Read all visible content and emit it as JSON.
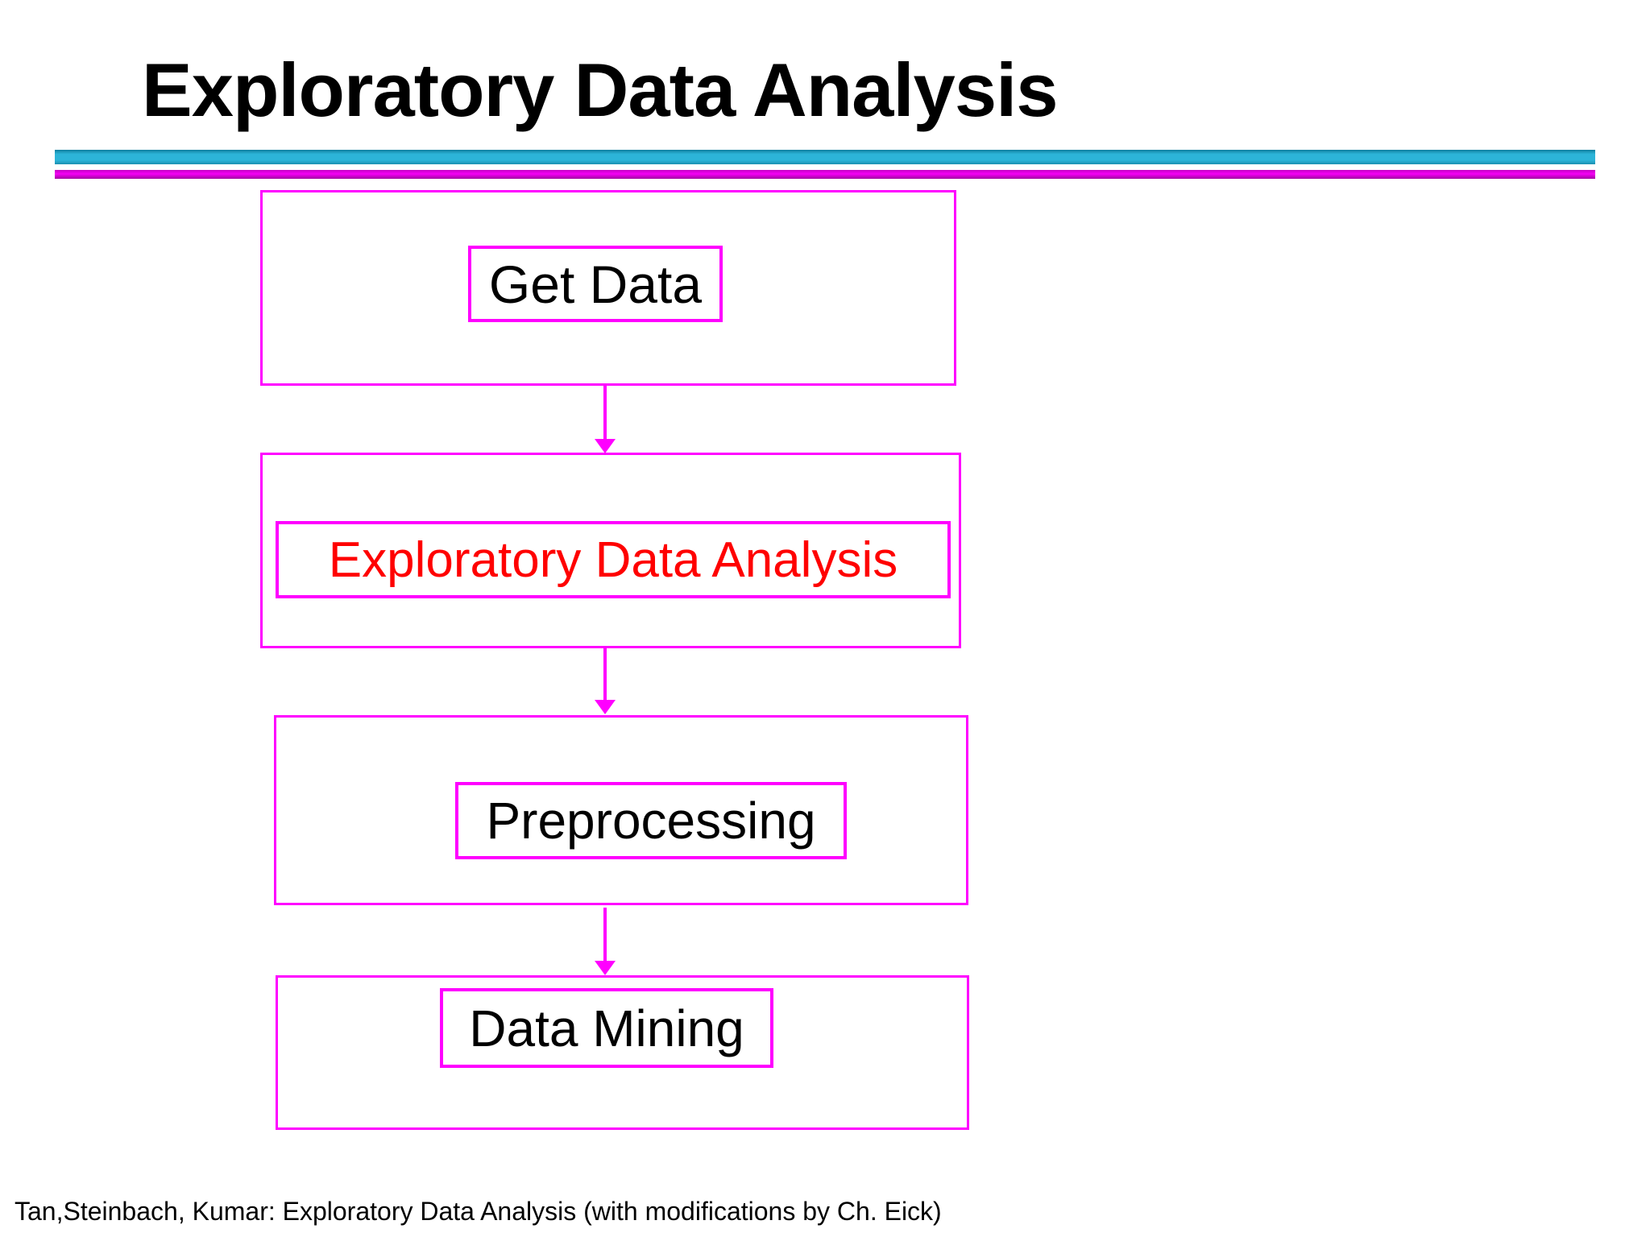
{
  "slide": {
    "title": "Exploratory Data Analysis",
    "footer": "Tan,Steinbach, Kumar: Exploratory Data Analysis (with modifications by Ch. Eick)"
  },
  "colors": {
    "accent_cyan": "#29b2d6",
    "accent_magenta": "#ff00ff",
    "highlight_red": "#ff0000",
    "text_black": "#000000"
  },
  "flowchart": {
    "steps": [
      {
        "label": "Get Data",
        "emphasis": "normal"
      },
      {
        "label": "Exploratory Data Analysis",
        "emphasis": "red"
      },
      {
        "label": "Preprocessing",
        "emphasis": "normal"
      },
      {
        "label": "Data Mining",
        "emphasis": "normal"
      }
    ]
  }
}
